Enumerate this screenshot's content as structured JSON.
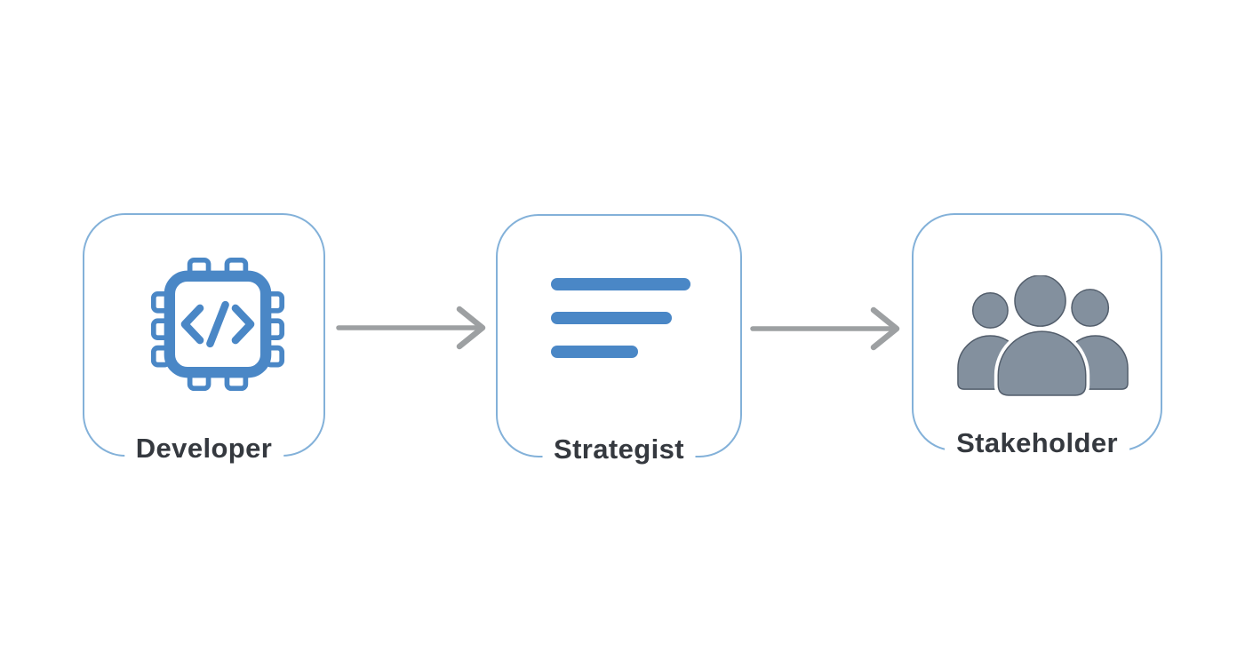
{
  "nodes": [
    {
      "label": "Developer",
      "icon": "chip-code-icon"
    },
    {
      "label": "Strategist",
      "icon": "text-lines-icon"
    },
    {
      "label": "Stakeholder",
      "icon": "people-group-icon"
    }
  ],
  "connectors": [
    {
      "from": "Developer",
      "to": "Strategist",
      "type": "arrow-right"
    },
    {
      "from": "Strategist",
      "to": "Stakeholder",
      "type": "arrow-right"
    }
  ],
  "colors": {
    "node_border": "#83b1d9",
    "icon_blue": "#4a87c6",
    "icon_gray": "#83909e",
    "people_outline": "#525d6b",
    "arrow_gray": "#9da0a2",
    "label_text": "#35393f",
    "background": "#ffffff"
  }
}
